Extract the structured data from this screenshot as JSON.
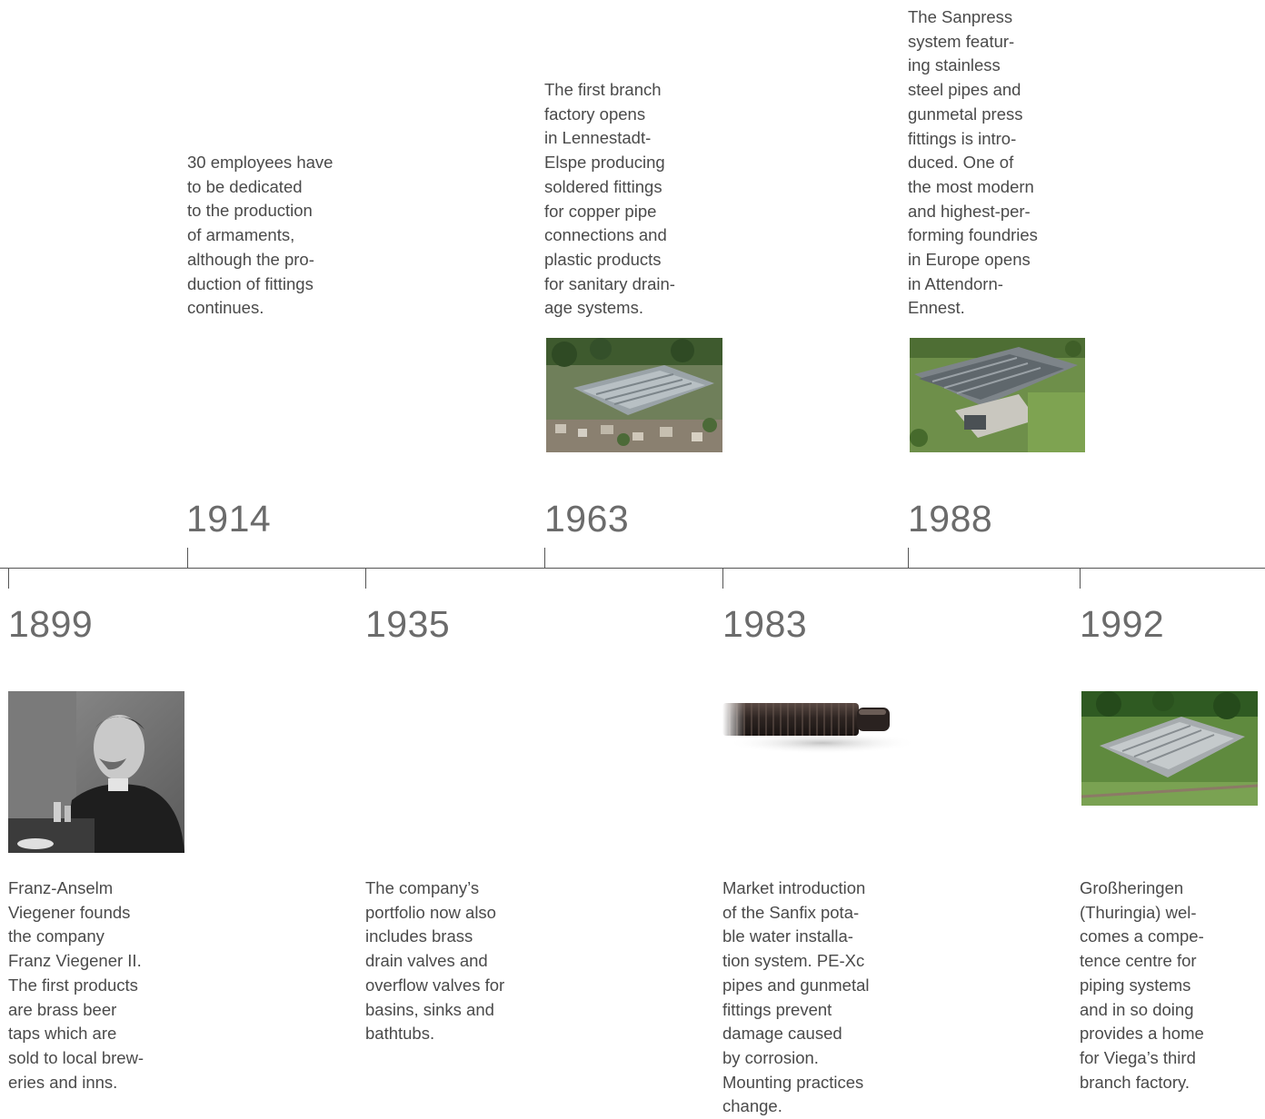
{
  "timeline": {
    "events_top": [
      {
        "year": "1914",
        "text": "30 employees have\nto be dedicated\nto the production\nof armaments,\nalthough the pro-\nduction of fittings\ncontinues."
      },
      {
        "year": "1963",
        "text": "The first branch\nfactory opens\nin Lennestadt-\nElspe producing\nsoldered fittings\nfor copper pipe\nconnections and\nplastic products\nfor sanitary drain-\nage systems.",
        "image": "factory-aerial-photo"
      },
      {
        "year": "1988",
        "text": "The Sanpress\nsystem featur-\ning stainless\nsteel pipes and\ngunmetal press\nfittings is intro-\nduced. One of\nthe most modern\nand highest-per-\nforming foundries\nin Europe opens\nin Attendorn-\nEnnest.",
        "image": "foundry-aerial-photo"
      }
    ],
    "events_bottom": [
      {
        "year": "1899",
        "text": "Franz-Anselm\nViegener founds\nthe company\nFranz Viegener II.\nThe first products\nare brass beer\ntaps which are\nsold to local brew-\neries and inns.",
        "image": "founder-portrait-photo"
      },
      {
        "year": "1935",
        "text": "The company’s\nportfolio now also\nincludes brass\ndrain valves and\noverflow valves for\nbasins, sinks and\nbathtubs."
      },
      {
        "year": "1983",
        "text": "Market introduction\nof the Sanfix pota-\nble water installa-\ntion system. PE-Xc\npipes and gunmetal\nfittings prevent\ndamage caused\nby corrosion.\nMounting practices\nchange.",
        "image": "pipe-product-photo"
      },
      {
        "year": "1992",
        "text": "Großheringen\n(Thuringia) wel-\ncomes a compe-\ntence centre for\npiping systems\nand in so doing\nprovides a home\nfor Viega’s third\nbranch factory.",
        "image": "factory-aerial-photo"
      }
    ]
  },
  "colors": {
    "text": "#4a4a4a",
    "year": "#6b6b6b",
    "axis": "#555555"
  }
}
